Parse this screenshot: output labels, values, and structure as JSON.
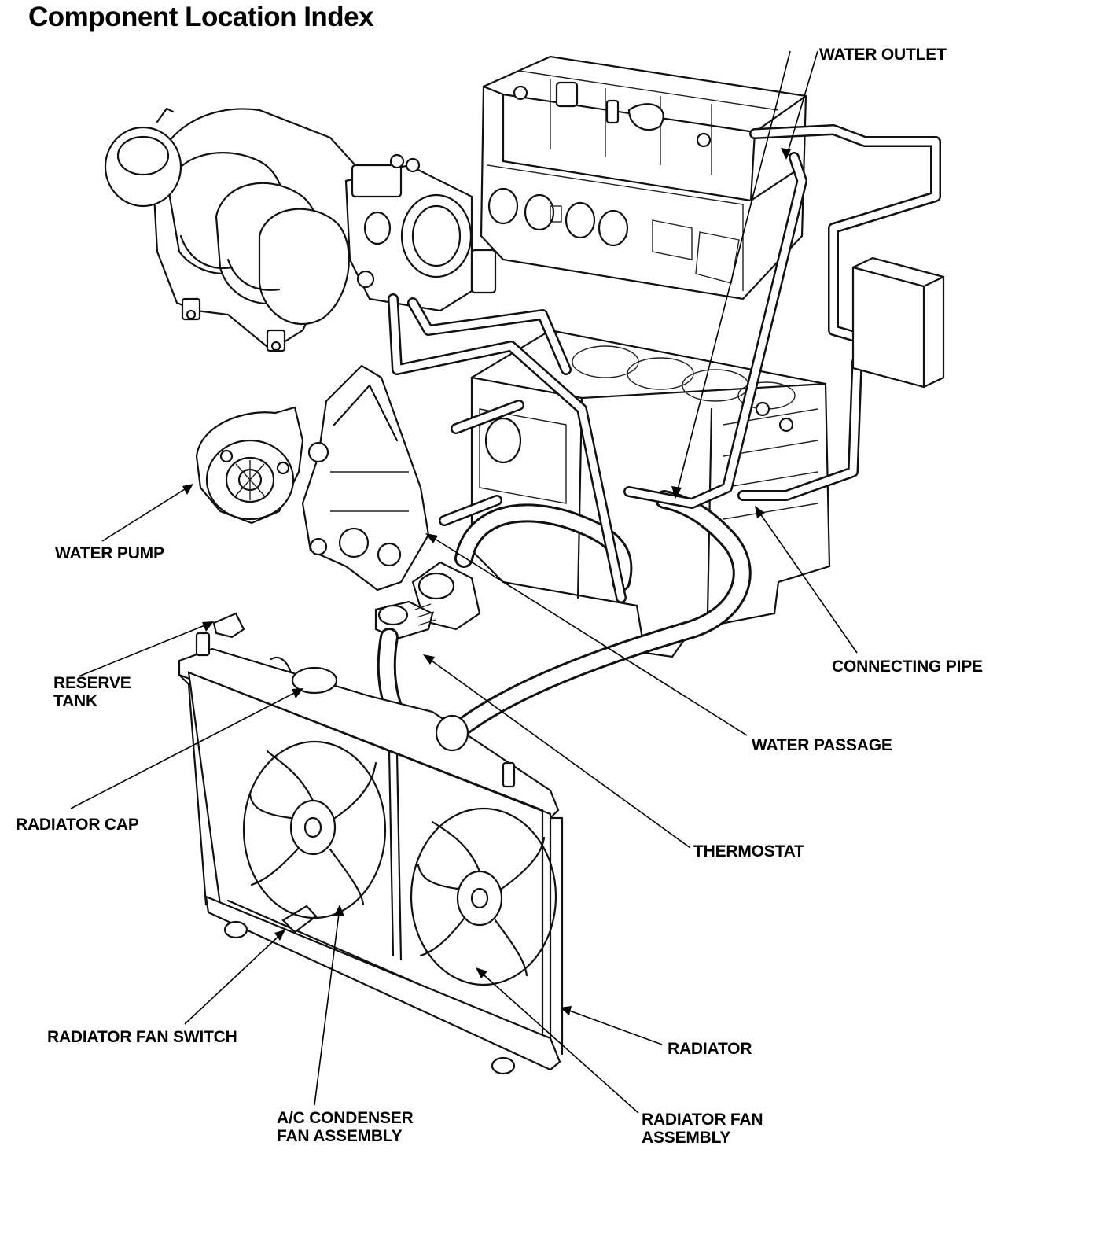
{
  "title": "Component Location Index",
  "labels": {
    "water_outlet": "WATER OUTLET",
    "water_pump": "WATER PUMP",
    "connecting_pipe": "CONNECTING PIPE",
    "reserve_tank": [
      "RESERVE",
      "TANK"
    ],
    "water_passage": "WATER PASSAGE",
    "radiator_cap": "RADIATOR CAP",
    "thermostat": "THERMOSTAT",
    "radiator_fan_switch": "RADIATOR FAN SWITCH",
    "radiator": "RADIATOR",
    "ac_condenser_fan_assembly": [
      "A/C CONDENSER",
      "FAN ASSEMBLY"
    ],
    "radiator_fan_assembly": [
      "RADIATOR FAN",
      "ASSEMBLY"
    ]
  }
}
